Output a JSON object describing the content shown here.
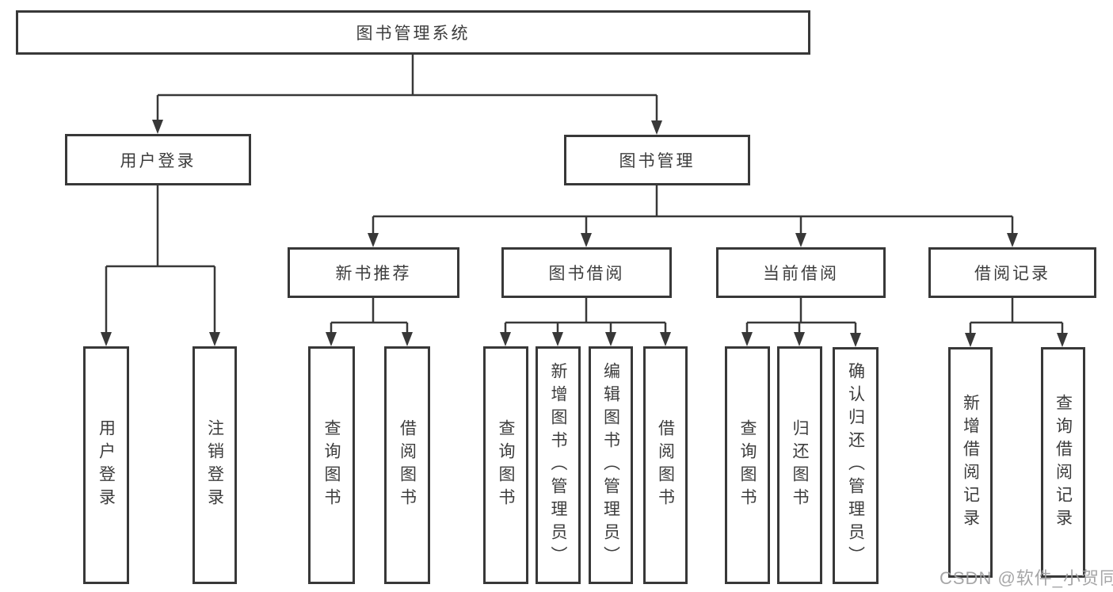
{
  "tree": {
    "label": "图书管理系统",
    "children": [
      {
        "label": "用户登录",
        "children": [
          {
            "label": "用户登录"
          },
          {
            "label": "注销登录"
          }
        ]
      },
      {
        "label": "图书管理",
        "children": [
          {
            "label": "新书推荐",
            "children": [
              {
                "label": "查询图书"
              },
              {
                "label": "借阅图书"
              }
            ]
          },
          {
            "label": "图书借阅",
            "children": [
              {
                "label": "查询图书"
              },
              {
                "label": "新增图书（管理员）"
              },
              {
                "label": "编辑图书（管理员）"
              },
              {
                "label": "借阅图书"
              }
            ]
          },
          {
            "label": "当前借阅",
            "children": [
              {
                "label": "查询图书"
              },
              {
                "label": "归还图书"
              },
              {
                "label": "确认归还（管理员）"
              }
            ]
          },
          {
            "label": "借阅记录",
            "children": [
              {
                "label": "新增借阅记录"
              },
              {
                "label": "查询借阅记录"
              }
            ]
          }
        ]
      }
    ]
  },
  "watermark": "CSDN @软件_小贺同学",
  "colors": {
    "line": "#383838",
    "box_border": "#383838",
    "text": "#3d3d3d",
    "watermark": "#9e9ea0",
    "background": "#ffffff"
  }
}
